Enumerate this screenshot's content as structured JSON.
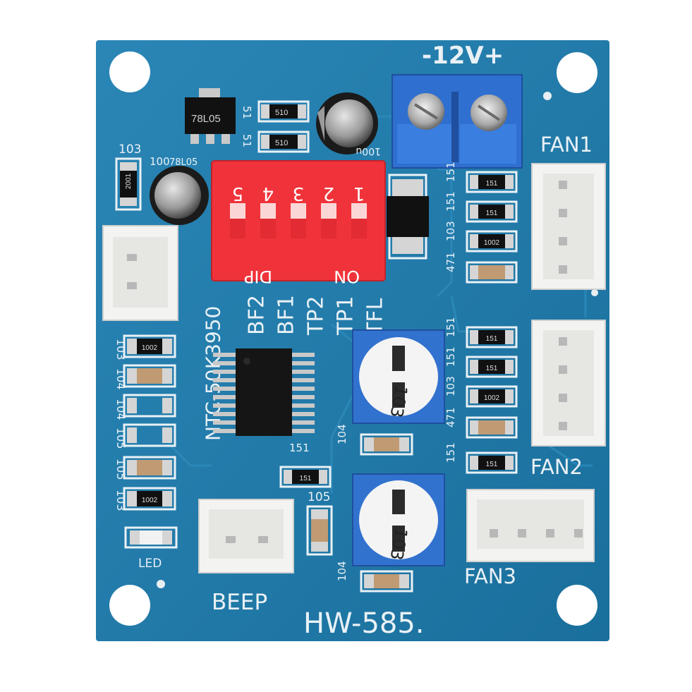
{
  "colors": {
    "pcb": "#1e77a6",
    "pcb_dark": "#155e86",
    "silkscreen": "#e9f1f6",
    "dip_red": "#f0333a",
    "terminal_blue": "#2f6fcf",
    "connector": "#f3f3f1"
  },
  "labels": {
    "power": "-12V+",
    "fan1": "FAN1",
    "fan2": "FAN2",
    "fan3": "FAN3",
    "beep": "BEEP",
    "led": "LED",
    "model": "HW-585.",
    "ntc": "NTC-50K3950",
    "dip": "DIP",
    "on": "ON",
    "tfl": "TFL",
    "tp1": "TP1",
    "tp2": "TP2",
    "bf1": "BF1",
    "bf2": "BF2",
    "regulator": "78L05",
    "regulator_silk": "78L05",
    "cap_100_left": "100",
    "cap_100_top": "100u",
    "res_51a": "51",
    "res_51b": "51",
    "res_510a": "510",
    "res_510b": "510",
    "r103_top": "103",
    "r2001": "2001",
    "pot_code_1": "103",
    "pot_code_2": "103",
    "r151_mid": "151",
    "r105_label": "105",
    "c104_a": "104",
    "c104_b": "104"
  },
  "dip_numbers": [
    "5",
    "4",
    "3",
    "2",
    "1"
  ],
  "fan1_column": [
    "151",
    "151",
    "103",
    "471"
  ],
  "fan2_column": [
    "151",
    "151",
    "103",
    "471",
    "151"
  ],
  "chip_codes_fan": [
    "151",
    "151",
    "1002"
  ],
  "chip_codes_fan2": [
    "151",
    "151",
    "1002",
    "151"
  ],
  "left_column": [
    "103",
    "104",
    "104",
    "105",
    "105",
    "103"
  ],
  "left_chip_codes": [
    "1002",
    "1002"
  ],
  "chip_151_small": "151"
}
